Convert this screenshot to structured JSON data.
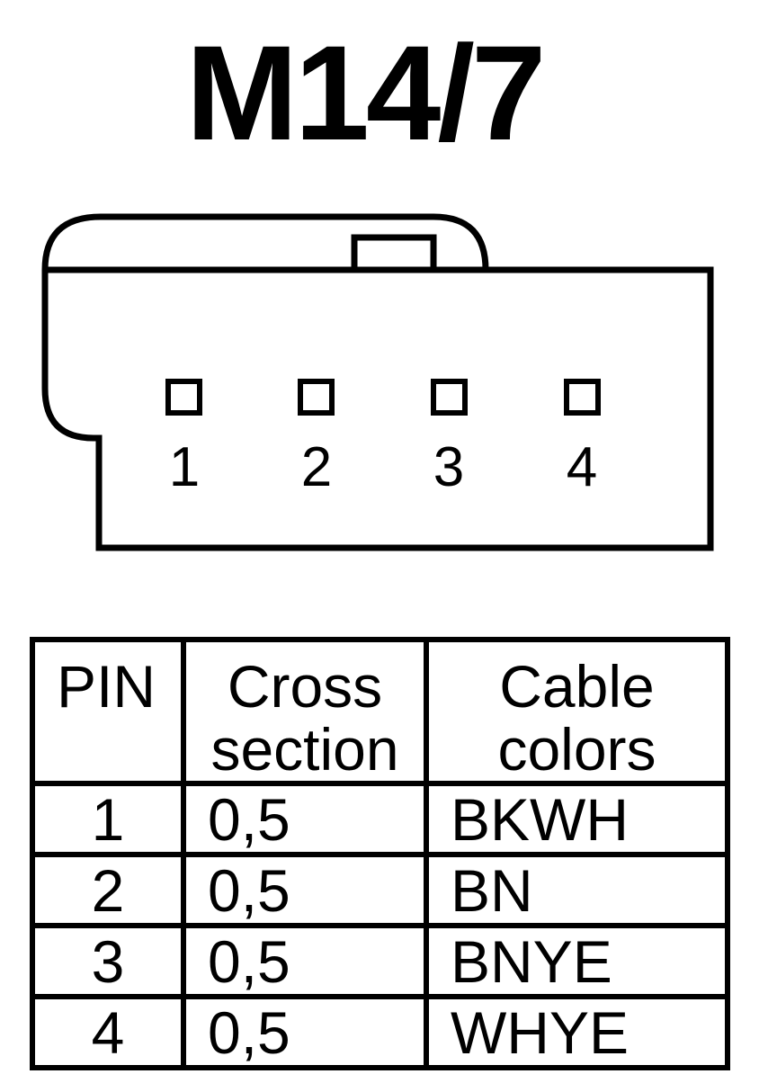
{
  "title": "M14/7",
  "connector": {
    "pins": [
      "1",
      "2",
      "3",
      "4"
    ]
  },
  "table": {
    "headers": {
      "pin": "PIN",
      "cross_line1": "Cross",
      "cross_line2": "section",
      "colors_line1": "Cable",
      "colors_line2": "colors"
    },
    "rows": [
      {
        "pin": "1",
        "cross": "0,5",
        "color": "BKWH"
      },
      {
        "pin": "2",
        "cross": "0,5",
        "color": "BN"
      },
      {
        "pin": "3",
        "cross": "0,5",
        "color": "BNYE"
      },
      {
        "pin": "4",
        "cross": "0,5",
        "color": "WHYE"
      }
    ]
  }
}
